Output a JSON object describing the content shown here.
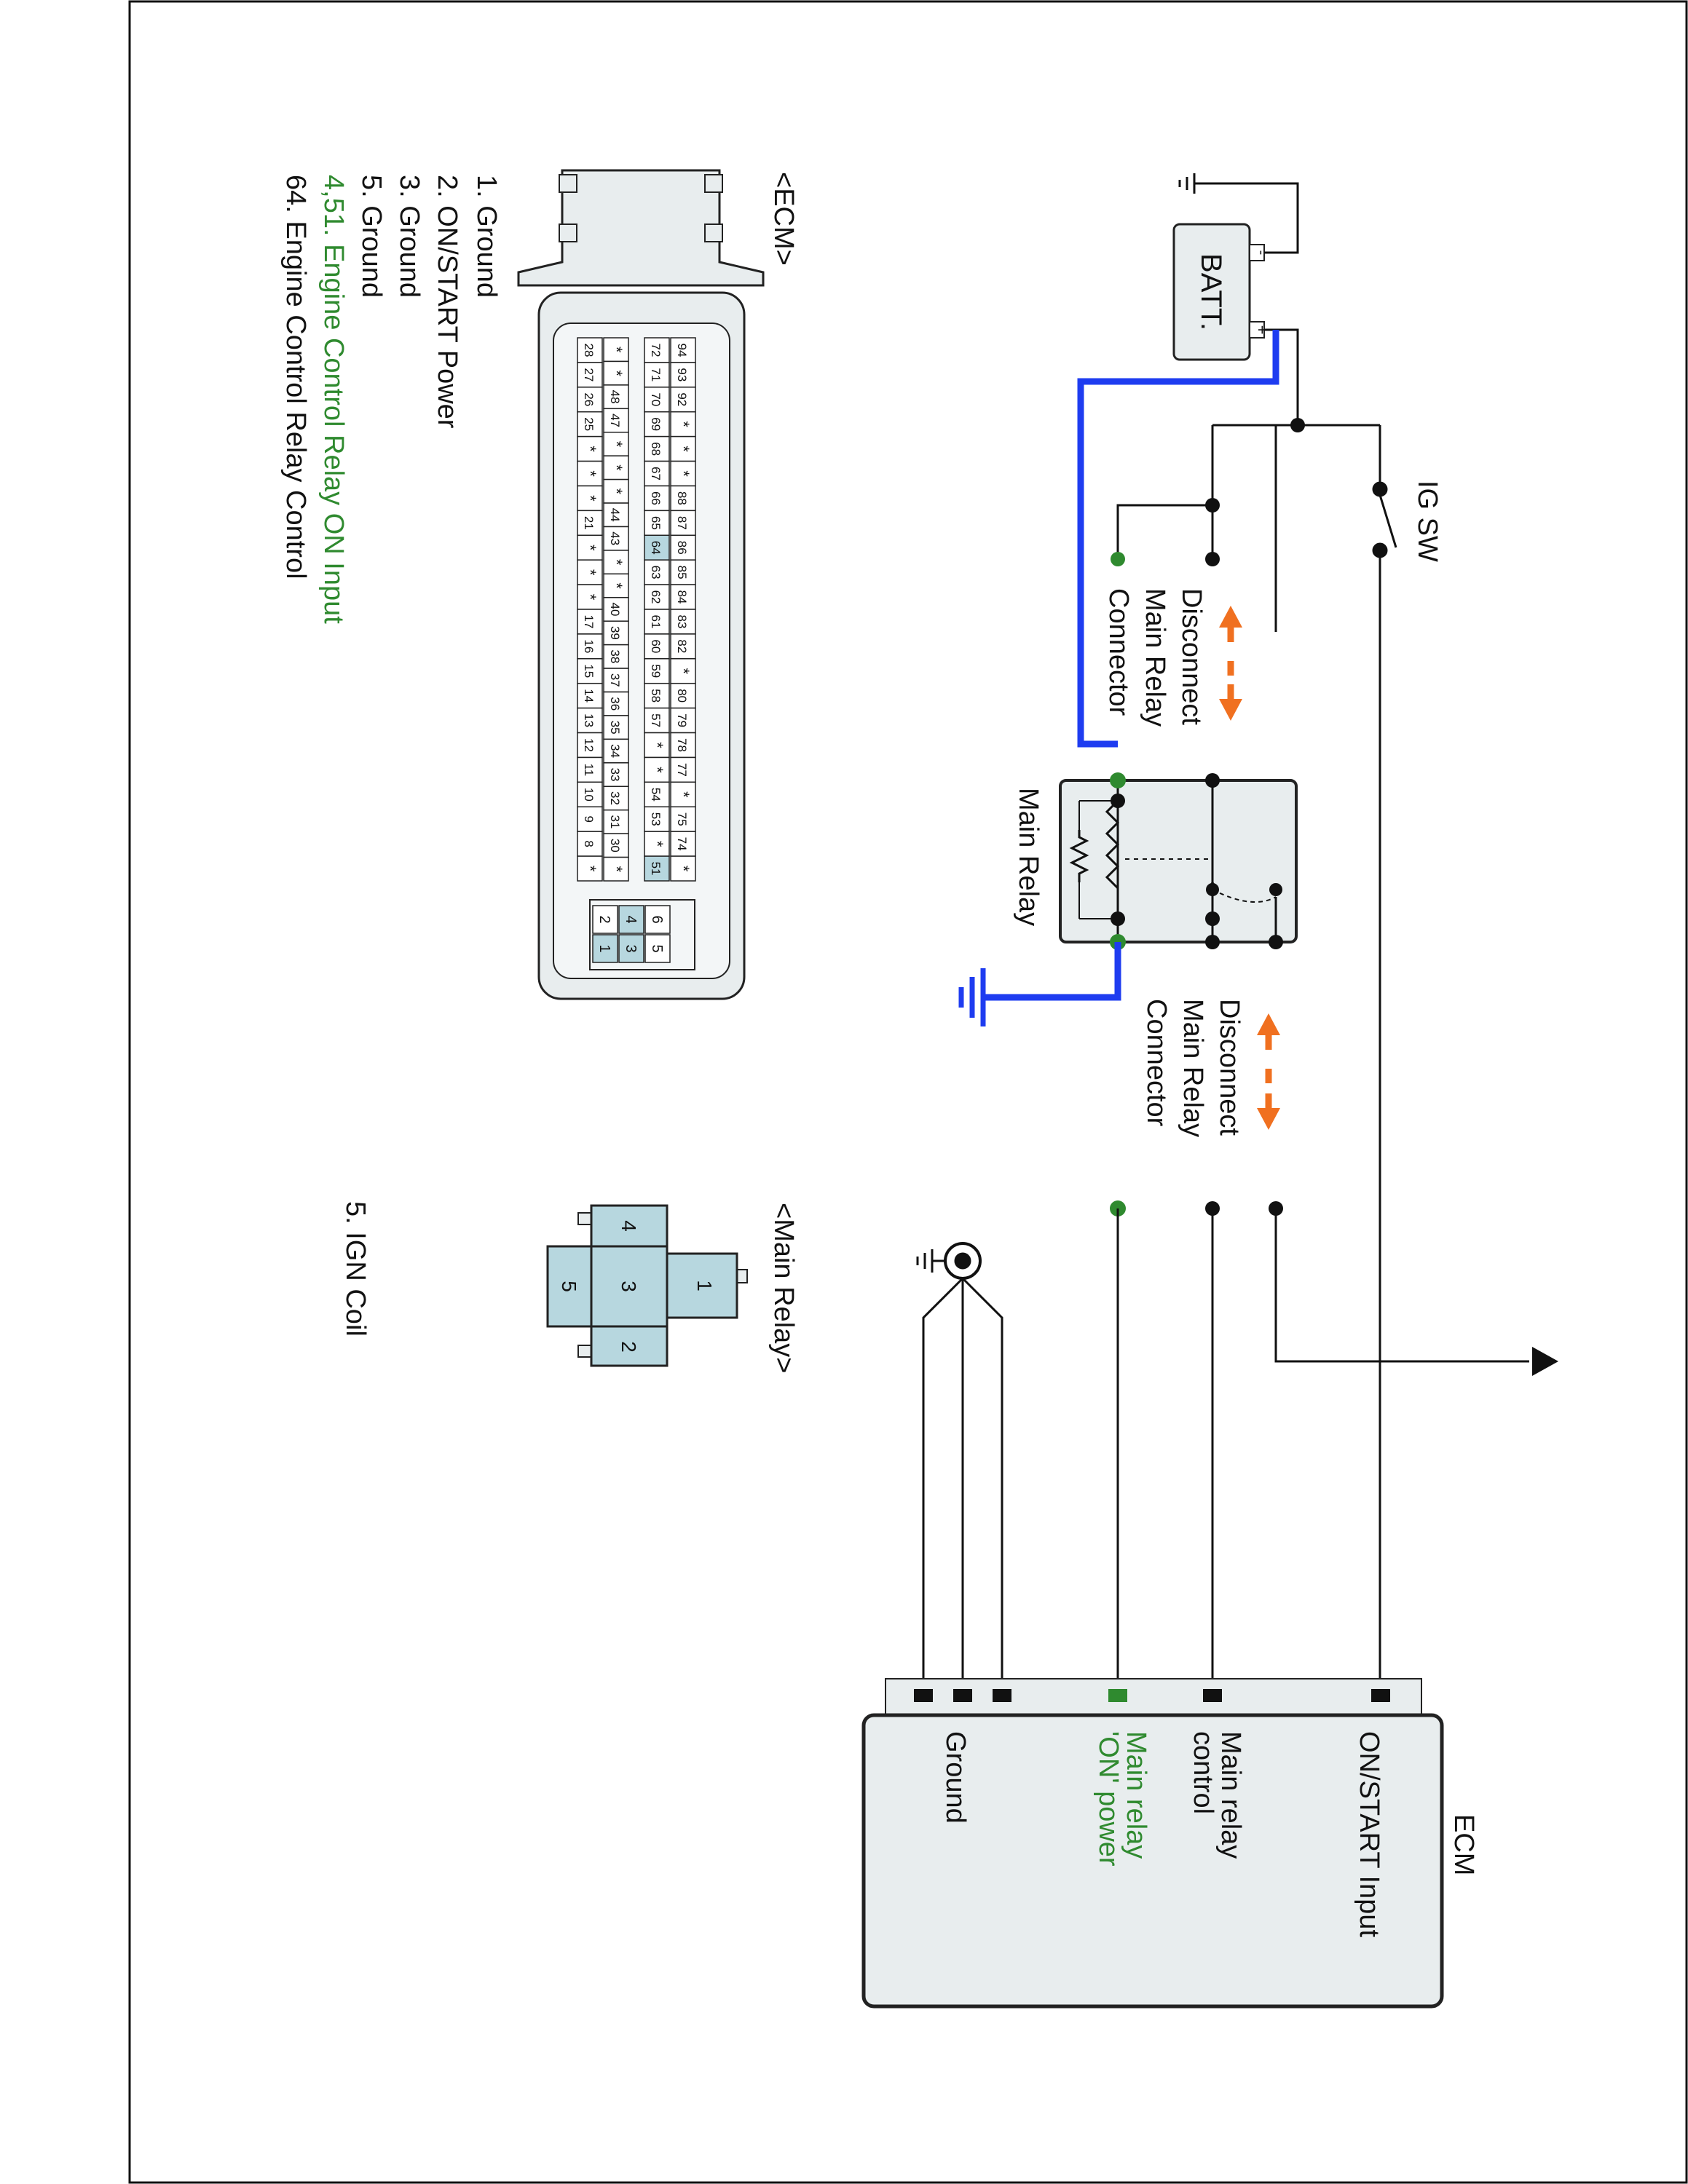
{
  "colors": {
    "wire": "#111111",
    "highlight_wire": "#1e3cf0",
    "green": "#2f8a2f",
    "orange": "#f07020",
    "box_fill": "#e8edee",
    "pin_fill": "#b7d7df",
    "text": "#111111"
  },
  "battery": {
    "label": "BATT.",
    "plus": "+",
    "minus": "-"
  },
  "ig_switch": {
    "label": "IG SW"
  },
  "disconnect_label_top": [
    "Disconnect",
    "Main Relay",
    "Connector"
  ],
  "disconnect_label_bottom": [
    "Disconnect",
    "Main Relay",
    "Connector"
  ],
  "main_relay": {
    "label": "Main Relay"
  },
  "ecm_box": {
    "title": "ECM",
    "pins": [
      {
        "label": [
          "ON/START Input"
        ],
        "color": "#111111"
      },
      {
        "label": [
          "Main relay",
          "control"
        ],
        "color": "#111111"
      },
      {
        "label": [
          "Main relay",
          "'ON' power"
        ],
        "color": "#2f8a2f"
      },
      {
        "label": [
          "Ground"
        ],
        "color": "#111111"
      }
    ]
  },
  "ecm_connector": {
    "title": "<ECM>",
    "row_outer": [
      "94",
      "93",
      "92",
      "*",
      "*",
      "*",
      "88",
      "87",
      "86",
      "85",
      "84",
      "83",
      "82",
      "*",
      "80",
      "79",
      "78",
      "77",
      "*",
      "75",
      "74",
      "*"
    ],
    "row_2": [
      "72",
      "71",
      "70",
      "69",
      "68",
      "67",
      "66",
      "65",
      "64",
      "63",
      "62",
      "61",
      "60",
      "59",
      "58",
      "57",
      "*",
      "*",
      "54",
      "53",
      "*",
      "51"
    ],
    "row_3": [
      "*",
      "*",
      "48",
      "47",
      "*",
      "*",
      "*",
      "44",
      "43",
      "*",
      "*",
      "40",
      "39",
      "38",
      "37",
      "36",
      "35",
      "34",
      "33",
      "32",
      "31",
      "30",
      "*"
    ],
    "row_inner": [
      "28",
      "27",
      "26",
      "25",
      "*",
      "*",
      "*",
      "21",
      "*",
      "*",
      "*",
      "17",
      "16",
      "15",
      "14",
      "13",
      "12",
      "11",
      "10",
      "9",
      "8",
      "*"
    ],
    "aux_pins": [
      "6",
      "5",
      "4",
      "3",
      "2",
      "1"
    ],
    "highlighted": [
      "64",
      "51",
      "4",
      "3",
      "1"
    ]
  },
  "ecm_pin_list": [
    {
      "text": "1. Ground",
      "color": "#111111"
    },
    {
      "text": "2. ON/START Power",
      "color": "#111111"
    },
    {
      "text": "3. Ground",
      "color": "#111111"
    },
    {
      "text": "5. Ground",
      "color": "#111111"
    },
    {
      "text": "4,51. Engine Control Relay ON Input",
      "color": "#2f8a2f"
    },
    {
      "text": "64. Engine Control Relay Control",
      "color": "#111111"
    }
  ],
  "relay_connector": {
    "title": "<Main Relay>",
    "pins": [
      "1",
      "2",
      "3",
      "4",
      "5"
    ]
  },
  "relay_pin_list": [
    {
      "text": "5. IGN Coil",
      "color": "#111111"
    }
  ]
}
